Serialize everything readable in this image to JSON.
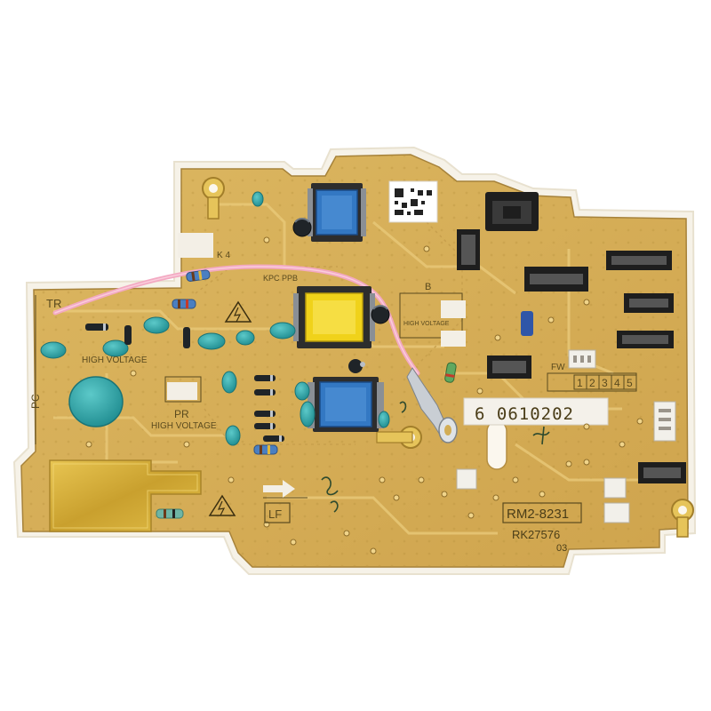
{
  "colors": {
    "pcb": "#d8b25a",
    "pcb_dark": "#b88f3a",
    "gold": "#d9b33a",
    "trace": "#e6c36e",
    "silkscreen": "#5a4a1e",
    "transformer_blue": "#2f6fb8",
    "transformer_yellow": "#f0d21a",
    "capacitor_teal": "#2ea6a8",
    "connector_black": "#1e1e1e",
    "connector_white": "#f2f0ea",
    "wire_pink": "#f3a9c2"
  },
  "labels": {
    "tr": "TR",
    "pc": "PC",
    "pr": "PR",
    "high_voltage_1": "HIGH VOLTAGE",
    "high_voltage_2": "HIGH VOLTAGE",
    "high_voltage_3": "HIGH VOLTAGE",
    "kpc_ppb": "KPC PPB",
    "k4": "K 4",
    "b": "B",
    "fw": "FW",
    "connector_numbers": [
      "1",
      "2",
      "3",
      "4",
      "5"
    ],
    "lf": "LF",
    "serial_sticker": "6 0610202",
    "part_number": "RM2-8231",
    "revision": "RK27576",
    "revision_sub": "03"
  }
}
